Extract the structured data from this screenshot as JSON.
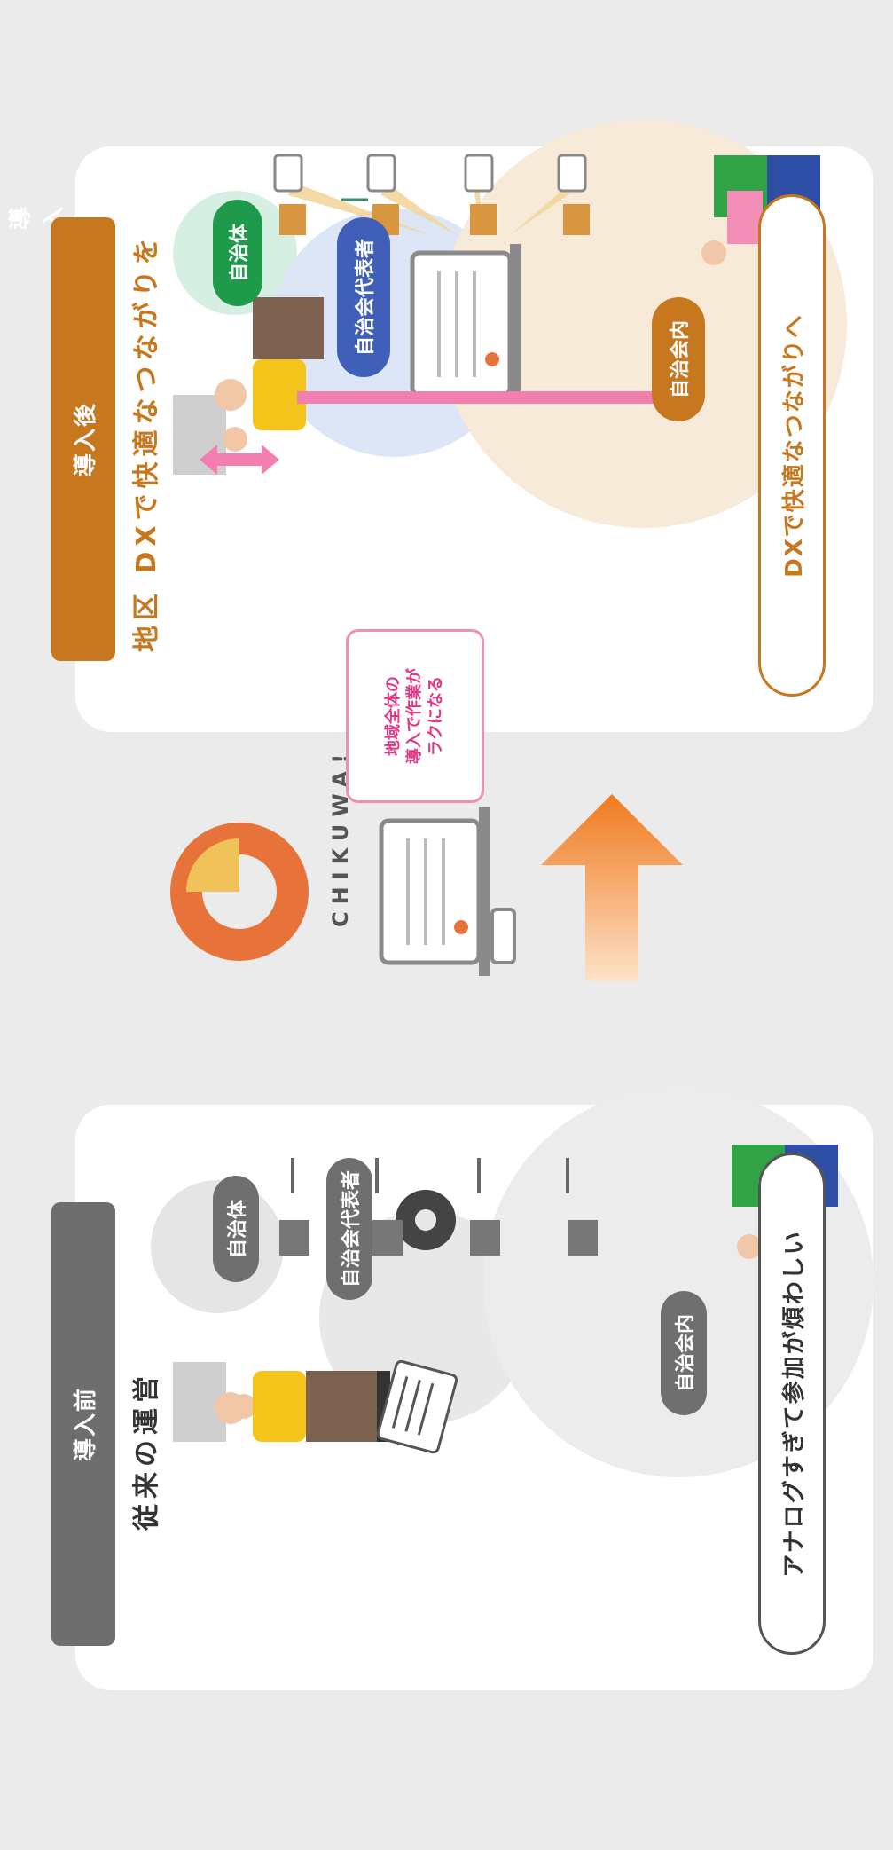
{
  "before": {
    "badge": "導入前",
    "title": "従来の運営",
    "municipality": "自治体",
    "representative": "自治会代表者",
    "inside": "自治会内",
    "caption": "アナログすぎて参加が煩わしい"
  },
  "middle": {
    "brand": "CHIKUWA!"
  },
  "after": {
    "badge": "導入後",
    "title": "地区 DXで快適なつながりを",
    "municipality": "自治体",
    "representative": "自治会代表者",
    "inside": "自治会内",
    "caption": "DXで快適なつながりへ",
    "note": [
      "地域全体の",
      "導入で作業が",
      "ラクになる"
    ]
  },
  "colors": {
    "gray_badge": "#6e6e6e",
    "brown_badge": "#c7781f",
    "green_pill": "#1f9a4b",
    "blue_pill": "#3f5fb8",
    "brown_pill": "#c7781f",
    "gray_pill": "#6f6f6f",
    "pink": "#f37fb1",
    "orange_arrow": "#f07a1e"
  }
}
